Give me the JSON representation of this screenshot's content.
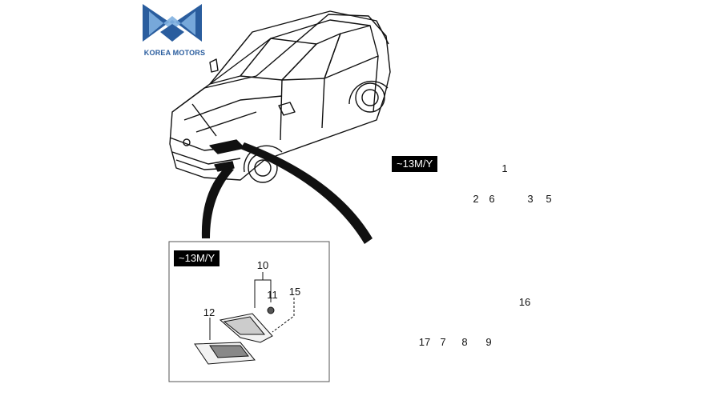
{
  "logo": {
    "text": "KOREA MOTORS",
    "colors": {
      "dark": "#2a5d9e",
      "light": "#7fb0e0"
    }
  },
  "panels": {
    "left": {
      "badge": "~13M/Y",
      "callouts": [
        "10",
        "11",
        "15",
        "12"
      ]
    },
    "right": {
      "badge": "~13M/Y",
      "callouts": [
        "1",
        "2",
        "6",
        "3",
        "5",
        "16",
        "17",
        "7",
        "8",
        "9"
      ]
    }
  },
  "colors": {
    "line": "#111111",
    "border": "#555555",
    "badge_bg": "#000000"
  }
}
